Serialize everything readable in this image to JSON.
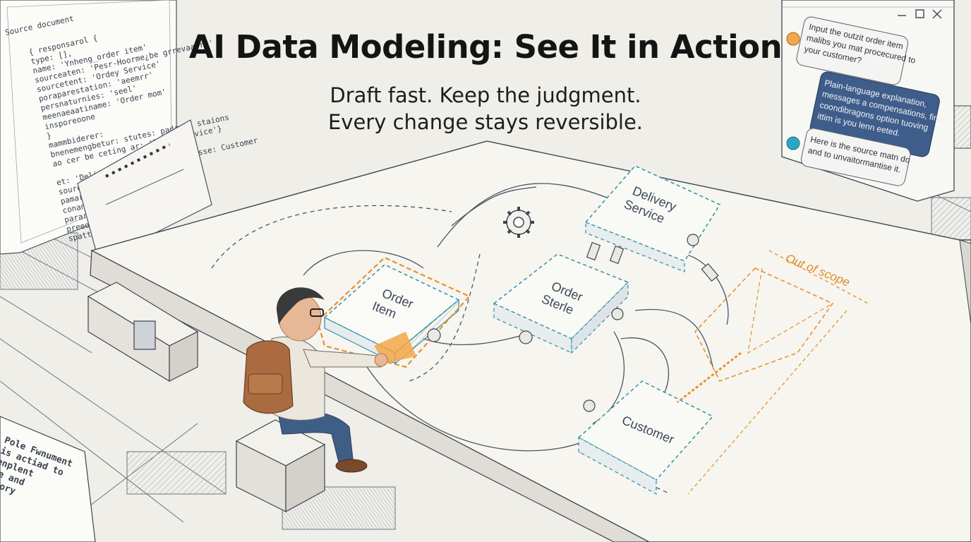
{
  "header": {
    "title": "AI Data Modeling: See It in Action",
    "subtitle_line1": "Draft fast. Keep the judgment.",
    "subtitle_line2": "Every change stays reversible."
  },
  "source_document": {
    "heading": "Source document",
    "lines": [
      "{ responsarol {",
      "  type: [],",
      "  name: 'Ynheng_order item'",
      "  sourceaten: 'Pesr-Hoorme¿be grrevaarrs'",
      "  sourcetent: 'Ordey Service'",
      "  poraparestation: 'aeemrr'",
      "  persnaturnies: 'seel'",
      "  meenaeaatiname: 'Order mom'",
      "  insporeoone",
      "}",
      "mammbiderer:",
      "bnenemengbetur: stutes: padress staions",
      "  ao cer be ceting ar: 'Drdmerservice'}",
      "",
      "et: 'Deliveny aire stae vyalaatsse: Customer",
      "source-cocanents: {",
      "  pamaree: {",
      "    conansex con",
      "    pararscore",
      "    preeo sete",
      "    spatt"
    ]
  },
  "left_note": {
    "lines": [
      "Pole Fwnument",
      "is actiad to",
      "enplent",
      "te and",
      "atory"
    ]
  },
  "chat": {
    "messages": [
      {
        "role": "user",
        "text": [
          "Input the outzit order item",
          "malibs you mat procecured to",
          "your customer?"
        ]
      },
      {
        "role": "assistant",
        "text": [
          "Plain-language explanation,",
          "messages a compensations, first",
          "coondibragons option tuoving",
          "ittim is you lenn eeted."
        ]
      },
      {
        "role": "user",
        "text": [
          "Here is the source matn do",
          "and to unvaitormantise it."
        ]
      }
    ]
  },
  "diagram": {
    "nodes": {
      "delivery_service": [
        "Delivery",
        "Service"
      ],
      "order_item": [
        "Order",
        "Item"
      ],
      "order_store": [
        "Order",
        "Sterle"
      ],
      "customer": [
        "Customer"
      ]
    },
    "scope_label": "Out of scope"
  },
  "colors": {
    "accent_orange": "#e8922a",
    "accent_teal": "#2f8fa8",
    "chat_assistant_bubble": "#3f5d8a",
    "ink": "#3b4758"
  }
}
